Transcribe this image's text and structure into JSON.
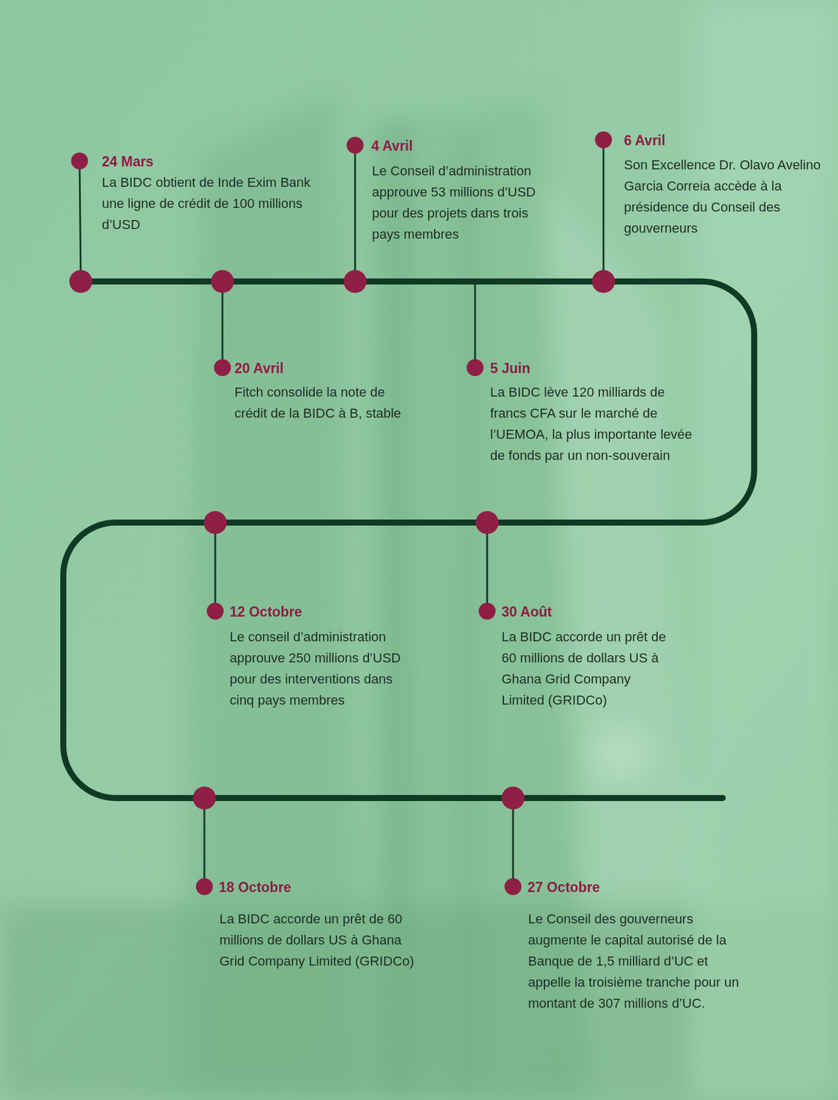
{
  "diagram": {
    "labels": [
      "24 Mars",
      "La BIDC obtient de Inde Exim Bank une ligne de crédit de 100 millions d’USD",
      "4 Avril",
      "Le Conseil d’administration approuve 53 millions d’USD pour des projets dans trois pays membres",
      "6 Avril",
      "Son Excellence Dr. Olavo Avelino Garcia Correia accède à la présidence du Conseil des gouverneurs",
      "20 Avril",
      "Fitch consolide la note de crédit de la BIDC à B, stable",
      "5 Juin",
      "La BIDC lève 120 milliards de francs CFA sur le marché de l’UEMOA, la plus importante levée de fonds par un non-souverain",
      "12 Octobre",
      "Le conseil d’administration approuve 250 millions d’USD pour des interventions dans cinq pays membres",
      "30 Août",
      "La BIDC accorde un prêt de 60 millions de dollars US à Ghana Grid Company Limited (GRIDCo)",
      "18 Octobre",
      "La BIDC accorde un prêt de 60 millions de dollars US à Ghana Grid Company Limited (GRIDCo)",
      "27 Octobre",
      "Le Conseil des gouverneurs augmente le capital autorisé de la Banque de 1,5 milliard d’UC et appelle la troisième tranche pour un montant de 307 millions d’UC."
    ]
  }
}
